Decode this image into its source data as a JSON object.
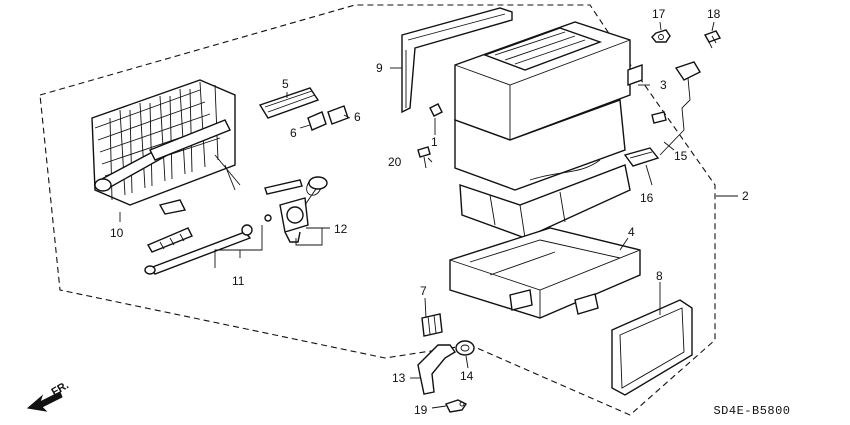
{
  "diagram_code": "SD4E-B5800",
  "direction_label": "FR.",
  "callouts": {
    "n1": "1",
    "n2": "2",
    "n3": "3",
    "n4": "4",
    "n5": "5",
    "n6a": "6",
    "n6b": "6",
    "n7": "7",
    "n8": "8",
    "n9": "9",
    "n10": "10",
    "n11": "11",
    "n12": "12",
    "n13": "13",
    "n14": "14",
    "n15": "15",
    "n16": "16",
    "n17": "17",
    "n18": "18",
    "n19": "19",
    "n20": "20"
  }
}
